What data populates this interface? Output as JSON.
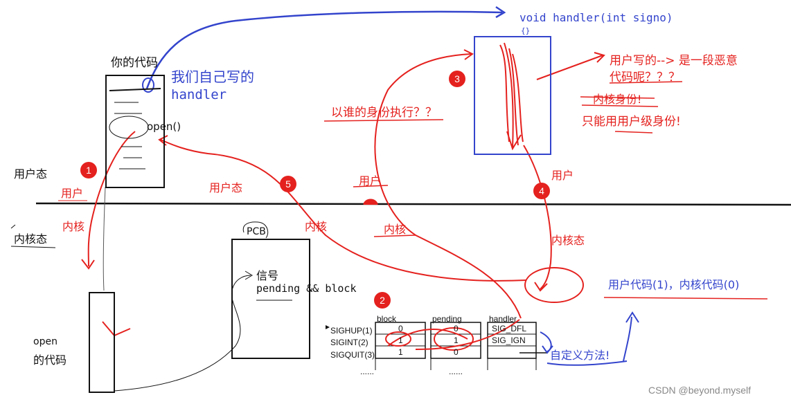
{
  "labels": {
    "your_code": "你的代码",
    "our_handler_line1": "我们自己写的",
    "our_handler_line2": "handler",
    "open_call": "open()",
    "handler_signature": "void handler(int signo)",
    "handler_body": "{}",
    "user_writes": "用户写的--> 是一段恶意",
    "code_question": "代码呢？？？",
    "kernel_identity": "内核身份!",
    "user_level_only": "只能用用户级身份!",
    "who_executes": "以谁的身份执行？？",
    "user_mode": "用户态",
    "kernel_mode": "内核态",
    "user_1": "用户",
    "kernel_1": "内核",
    "user_mode_5": "用户态",
    "user_mid": "用户",
    "kernel_mid": "内核",
    "kernel_low": "内核",
    "user_4": "用户",
    "kernel_mode_4": "内核态",
    "user_code_kernel_code": "用户代码(1)，内核代码(0)",
    "pcb": "PCB",
    "signal": "信号",
    "pending_block": "pending && block",
    "open_code_line1": "open",
    "open_code_line2": "的代码",
    "custom_method": "自定义方法!",
    "watermark": "CSDN @beyond.myself"
  },
  "steps": [
    "1",
    "2",
    "3",
    "4",
    "5"
  ],
  "signal_table": {
    "columns": [
      "block",
      "pending",
      "handler"
    ],
    "rows": [
      {
        "name": "SIGHUP(1)",
        "block": "0",
        "pending": "0",
        "handler": "SIG_DFL"
      },
      {
        "name": "SIGINT(2)",
        "block": "1",
        "pending": "1",
        "handler": "SIG_IGN"
      },
      {
        "name": "SIGQUIT(3)",
        "block": "1",
        "pending": "0",
        "handler": ""
      }
    ],
    "ellipsis": "......"
  },
  "colors": {
    "red": "#e4211e",
    "blue": "#3344cc",
    "black": "#111111"
  }
}
